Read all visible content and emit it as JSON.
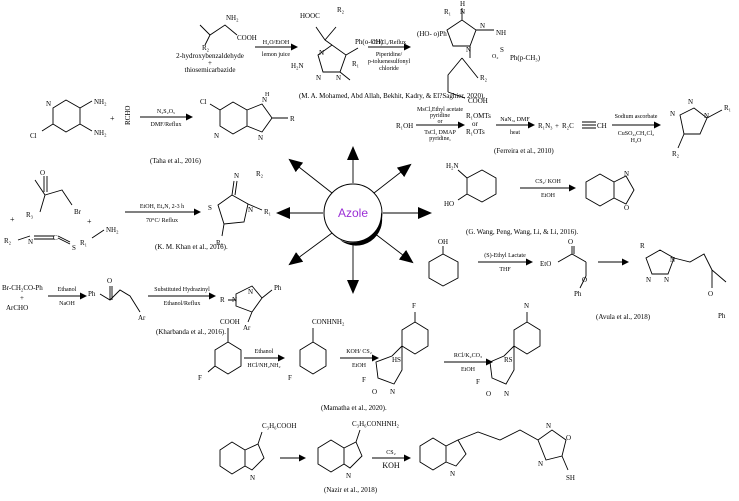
{
  "hub": {
    "label": "Azole"
  },
  "reactions": [
    {
      "id": "triazole",
      "reagents": [
        "2-hydroxybenzaldehyde",
        "+",
        "thiosemicarbazide"
      ],
      "conditions_1": [
        "H₂O/EtOH",
        "lemon juice"
      ],
      "conditions_2": [
        "CHCl₃/Reflux",
        "Piperidine/",
        "p-toluenesulfonyl",
        "chloride"
      ],
      "labels": [
        "R₂",
        "NH₂",
        "COOH",
        "HOOC",
        "R₂",
        "Ph(o-OH)",
        "N",
        "N",
        "N",
        "R₁",
        "H₂N",
        "R₁",
        "H",
        "N",
        "N",
        "NH",
        "(HO- o)Ph",
        "N",
        "S",
        "O₂",
        "Ph(p-CH₃)",
        "R₂",
        "COOH"
      ],
      "citation": "(M. A. Mohamed, Abd Allah, Bekhit, Kadry, & El?Saghier, 2020)."
    },
    {
      "id": "imidazopyridine",
      "conditions": [
        "N₂S₂O₅",
        "DMF/Reflux"
      ],
      "labels": [
        "N",
        "NH₂",
        "NH₂",
        "Cl",
        "+",
        "RCHO",
        "Cl",
        "N",
        "N",
        "H",
        "N",
        "R"
      ],
      "citation": "(Taha et al., 2016)"
    },
    {
      "id": "click-triazole",
      "conditions_1": [
        "MsCl,Ethyl acetate",
        "pyridine",
        "or",
        "TsCl, DMAP",
        "pyridine,"
      ],
      "conditions_2": [
        "NaN₃, DMF",
        "heat"
      ],
      "conditions_3": [
        "Sodium ascorbate",
        "CuSO₄,CH₂Cl₂",
        "H₂O"
      ],
      "labels": [
        "R₁OH",
        "R₁OMTs",
        "or",
        "R₁OTs",
        "R₁N₃",
        "+",
        "R₂C",
        "CH",
        "N",
        "N",
        "N",
        "R₁",
        "R₂"
      ],
      "citation": "(Ferreira et al., 2010)"
    },
    {
      "id": "thiazoline",
      "conditions": [
        "EtOH, Et₃N, 2-3 h",
        "70°C/ Reflux"
      ],
      "labels": [
        "O",
        "Br",
        "R₃",
        "+",
        "+",
        "R₂",
        "N",
        "C",
        "S",
        "R₁",
        "NH₂",
        "N",
        "R₂",
        "S",
        "N",
        "R₁",
        "R₃"
      ],
      "citation": "(K. M. Khan et al., 2016)."
    },
    {
      "id": "benzoxazole",
      "conditions": [
        "CS₂/ KOH",
        "EtOH"
      ],
      "labels": [
        "H₂N",
        "HO",
        "N",
        "O"
      ],
      "citation": "(G. Wang, Peng, Wang, Li, & Li, 2016)."
    },
    {
      "id": "pyrazoline",
      "conditions_1": [
        "Ethanol",
        "NaOH"
      ],
      "conditions_2": [
        "Substituted Hydrazinyl",
        "Ethanol/Reflux"
      ],
      "labels": [
        "Br-CH₂CO-Ph",
        "+",
        "ArCHO",
        "Ph",
        "O",
        "Ar",
        "Ph",
        "R",
        "N",
        "N",
        "Ar"
      ],
      "citation": "(Kharbanda et al., 2016)."
    },
    {
      "id": "lactate-triazole",
      "conditions": [
        "(S)-Ethyl Lactate",
        "THF"
      ],
      "labels": [
        "OH",
        "EtO",
        "O",
        "O",
        "Ph",
        "R",
        "N",
        "N",
        "N",
        "O",
        "Ph"
      ],
      "citation": "(Avula et al., 2018)"
    },
    {
      "id": "oxadiazole",
      "conditions_1": [
        "Ethanol",
        "HCl/NH₂NH₂"
      ],
      "conditions_2": [
        "KOH/ CS₂",
        "EtOH"
      ],
      "conditions_3": [
        "RCl/K₂CO₃",
        "EtOH"
      ],
      "labels": [
        "F",
        "COOH",
        "F",
        "CONHNH₂",
        "F",
        "F",
        "HS",
        "O",
        "N",
        "N",
        "F",
        "RS",
        "O",
        "N",
        "N"
      ],
      "citation": "(Mamatha et al., 2020)."
    },
    {
      "id": "indole-oxadiazole",
      "conditions": [
        "CS₂",
        "KOH"
      ],
      "labels": [
        "C₃H₆COOH",
        "N",
        "C₃H₆CONHNH₂",
        "N",
        "N",
        "O",
        "N",
        "N",
        "SH"
      ],
      "citation": "(Nazir et al., 2018)"
    }
  ]
}
